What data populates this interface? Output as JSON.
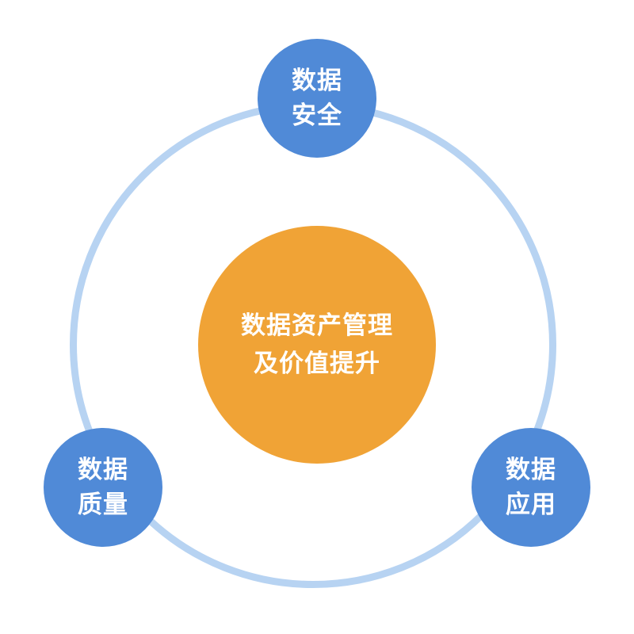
{
  "diagram": {
    "center": {
      "line1": "数据资产管理",
      "line2": "及价值提升",
      "color": "#f0a336"
    },
    "ring_color": "#b7d3f2",
    "node_color": "#508ad7",
    "nodes": [
      {
        "line1": "数据",
        "line2": "安全"
      },
      {
        "line1": "数据",
        "line2": "质量"
      },
      {
        "line1": "数据",
        "line2": "应用"
      }
    ]
  }
}
